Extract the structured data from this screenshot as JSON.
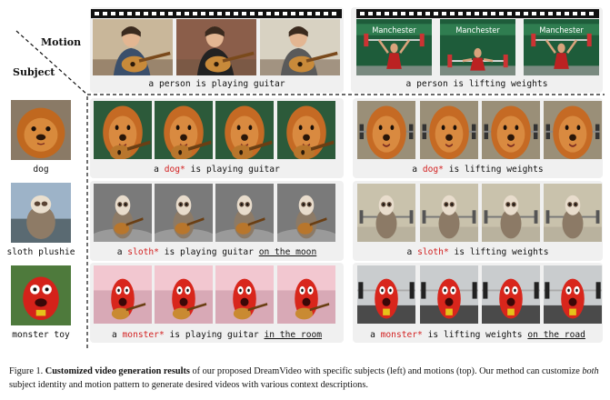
{
  "axes": {
    "motion": "Motion",
    "subject": "Subject"
  },
  "top_row": {
    "guitar_label": "a person is playing guitar",
    "weights_label": "a person is lifting weights"
  },
  "subjects": [
    {
      "name": "dog",
      "guitar": {
        "pre": "a ",
        "subject": "dog*",
        "post": " is playing guitar",
        "context": ""
      },
      "weights": {
        "pre": "a ",
        "subject": "dog*",
        "post": " is lifting weights",
        "context": ""
      }
    },
    {
      "name": "sloth plushie",
      "guitar": {
        "pre": "a ",
        "subject": "sloth*",
        "post": " is playing guitar ",
        "context": "on the moon"
      },
      "weights": {
        "pre": "a ",
        "subject": "sloth*",
        "post": " is lifting weights",
        "context": ""
      }
    },
    {
      "name": "monster toy",
      "guitar": {
        "pre": "a ",
        "subject": "monster*",
        "post": " is playing guitar ",
        "context": "in the room"
      },
      "weights": {
        "pre": "a ",
        "subject": "monster*",
        "post": " is lifting weights ",
        "context": "on the road"
      }
    }
  ],
  "banner_text": "Manchester",
  "caption": {
    "label": "Figure 1.",
    "title": "Customized video generation results",
    "text1": " of our proposed DreamVideo with specific subjects (left) and motions (top). Our method can customize ",
    "emph": "both",
    "text2": " subject identity and motion pattern to generate desired videos with various context descriptions."
  },
  "colors": {
    "subject_highlight": "#d32222",
    "panel_bg": "#f0f0f0",
    "film_strip": "#111111"
  }
}
